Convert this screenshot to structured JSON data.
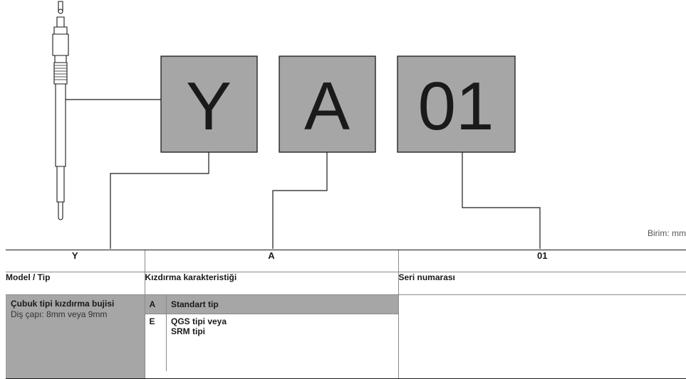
{
  "code_boxes": [
    {
      "letter": "Y"
    },
    {
      "letter": "A"
    },
    {
      "letter": "01"
    }
  ],
  "unit_label": "Birim: mm",
  "table": {
    "headers": [
      "Y",
      "A",
      "01"
    ],
    "subheaders": [
      "Model / Tip",
      "Kızdırma karakteristiği",
      "Seri numarası"
    ],
    "model": {
      "title": "Çubuk tipi kızdırma bujisi",
      "subtitle": "Diş çapı: 8mm veya 9mm"
    },
    "characteristics": [
      {
        "code": "A",
        "lines": [
          "Standart tip"
        ]
      },
      {
        "code": "E",
        "lines": [
          "QGS tipi veya",
          "SRM tipi"
        ]
      }
    ]
  },
  "colors": {
    "box_fill": "#a6a6a6",
    "line": "#1a1a1a"
  }
}
